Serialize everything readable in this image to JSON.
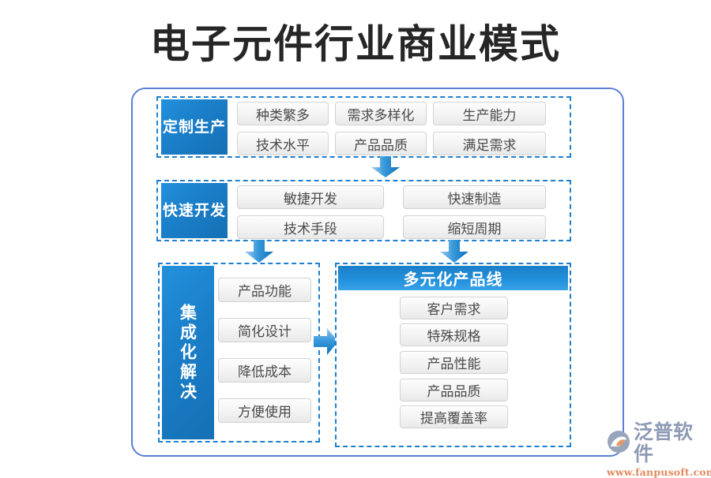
{
  "title": "电子元件行业商业模式",
  "sections": [
    {
      "id": "custom-production",
      "label": "定制\n生产",
      "label_line1": "定制",
      "label_line2": "生产",
      "items": [
        "种类繁多",
        "需求多样化",
        "生产能力",
        "技术水平",
        "产品品质",
        "满足需求"
      ]
    },
    {
      "id": "rapid-development",
      "label_line1": "快速",
      "label_line2": "开发",
      "items": [
        "敏捷开发",
        "快速制造",
        "技术手段",
        "缩短周期"
      ]
    },
    {
      "id": "integrated-solution",
      "label_vertical": "集成化解决",
      "items": [
        "产品功能",
        "简化设计",
        "降低成本",
        "方便使用"
      ]
    },
    {
      "id": "diversified-product-line",
      "header": "多元化产品线",
      "items": [
        "客户需求",
        "特殊规格",
        "产品性能",
        "产品品质",
        "提高覆盖率"
      ]
    }
  ],
  "arrows": [
    {
      "name": "arrow-down-1",
      "direction": "down"
    },
    {
      "name": "arrow-down-2",
      "direction": "down"
    },
    {
      "name": "arrow-down-3",
      "direction": "down"
    },
    {
      "name": "arrow-right-1",
      "direction": "right"
    }
  ],
  "logo": {
    "brand": "泛普软件",
    "url": "www.fanpusoft.com"
  },
  "colors": {
    "accent_blue": "#1e7fd0",
    "label_blue_dark": "#1570b4",
    "label_blue_light": "#2390dc",
    "frame_border": "#5b7fd4",
    "chip_border": "#d2d2d2",
    "chip_text": "#4a4a4a",
    "title_text": "#262626",
    "logo_text": "#8e9bb5",
    "logo_url": "#e08a5c"
  }
}
